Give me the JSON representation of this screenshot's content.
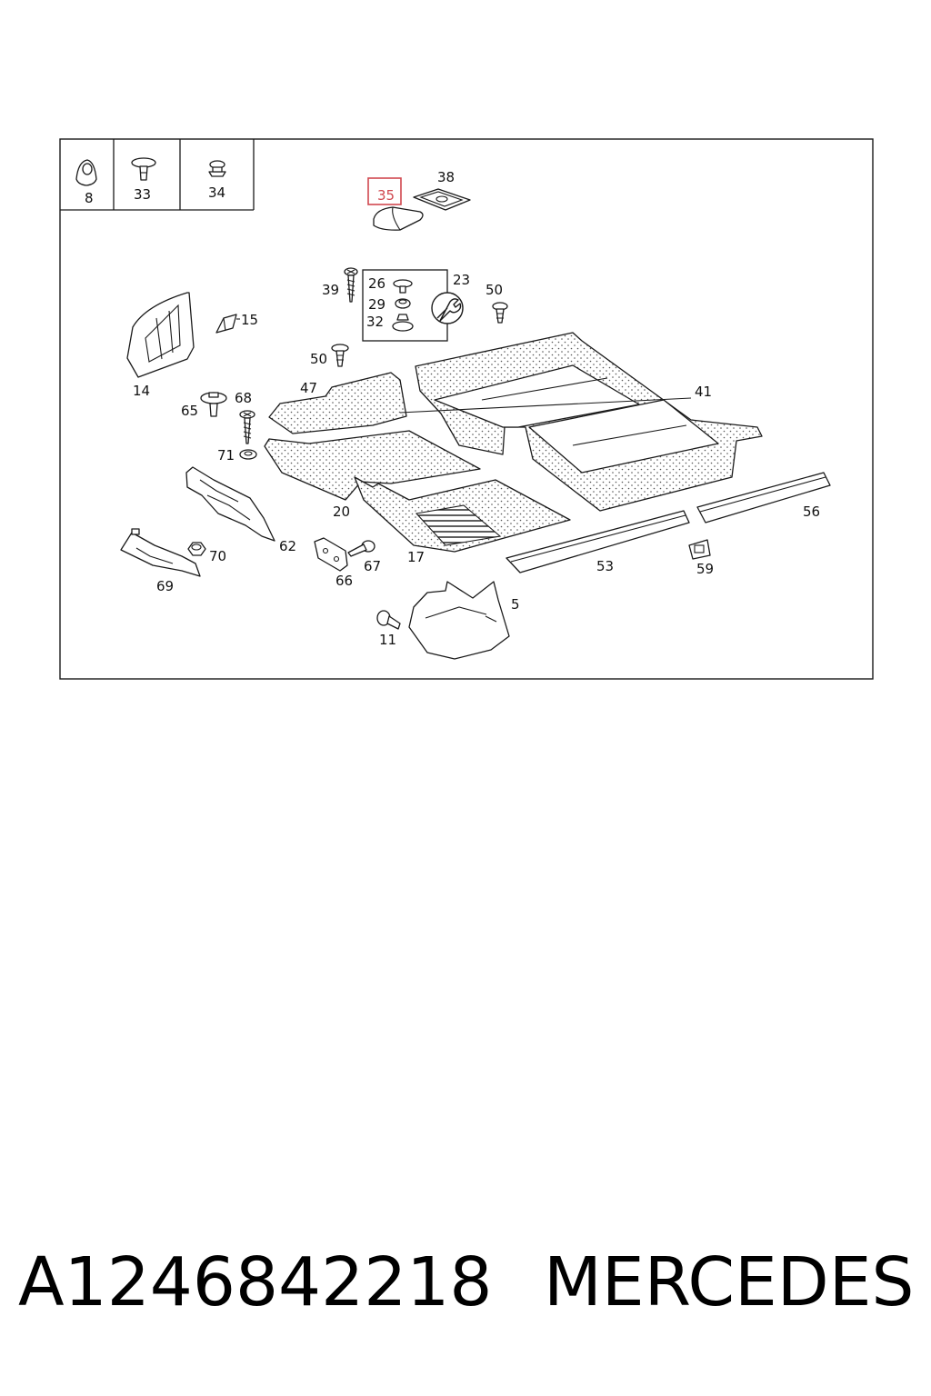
{
  "diagram": {
    "callouts": {
      "c8": "8",
      "c33": "33",
      "c34": "34",
      "c35": "35",
      "c38": "38",
      "c39": "39",
      "c26": "26",
      "c29": "29",
      "c32": "32",
      "c23": "23",
      "c50a": "50",
      "c50b": "50",
      "c15": "15",
      "c14": "14",
      "c47": "47",
      "c41": "41",
      "c65": "65",
      "c68": "68",
      "c71": "71",
      "c20": "20",
      "c62": "62",
      "c70": "70",
      "c69": "69",
      "c66": "66",
      "c67": "67",
      "c17": "17",
      "c53": "53",
      "c59": "59",
      "c56": "56",
      "c5": "5",
      "c11": "11"
    },
    "highlighted_callout": "35",
    "highlight_color": "#d0484f",
    "icons": [
      "wrench-icon"
    ]
  },
  "caption": {
    "part_number": "A1246842218",
    "brand": "MERCEDES"
  }
}
